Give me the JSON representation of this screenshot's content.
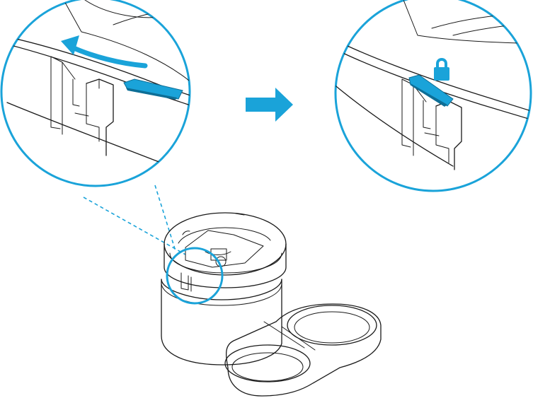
{
  "colors": {
    "accent": "#1aa3d9",
    "accent_dark": "#0d6e96",
    "outline": "#1a1a1a",
    "background": "#ffffff"
  },
  "icons": {
    "rotate_direction": "curved-arrow-icon",
    "step_transition": "right-arrow-icon",
    "locked_state": "padlock-icon"
  },
  "callouts": [
    {
      "name": "before-locking-detail",
      "state": "unlocked"
    },
    {
      "name": "after-locking-detail",
      "state": "locked"
    }
  ]
}
